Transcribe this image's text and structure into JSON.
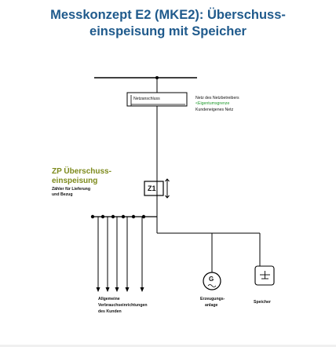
{
  "title": {
    "line1": "Messkonzept E2 (MKE2): Überschuss-",
    "line2": "einspeisung mit Speicher"
  },
  "grid_connection": {
    "box_label": "Netzanschluss",
    "operator_line": "Netz des Netzbetreibers",
    "boundary_line": "<Eigentumsgrenze",
    "customer_line": "Kundeneigenes Netz"
  },
  "meter": {
    "heading_line1": "ZP Überschuss-",
    "heading_line2": "einspeisung",
    "desc_line1": "Zähler für Lieferung",
    "desc_line2": "und Bezug",
    "id": "Z1"
  },
  "consumers": {
    "line1": "Allgemeine",
    "line2": "Verbrauchseinrichtungen",
    "line3": "des Kunden"
  },
  "generator": {
    "symbol": "G",
    "line1": "Erzeugungs-",
    "line2": "anlage"
  },
  "storage": {
    "line1": "Speicher"
  },
  "colors": {
    "title": "#1f5a8c",
    "zp_heading": "#7d8a1c",
    "boundary": "#1e9a2c",
    "lines": "#000000"
  },
  "icons": {
    "generator": "generator-symbol",
    "storage": "battery-symbol",
    "meter_arrows": "bidirectional-arrow"
  }
}
